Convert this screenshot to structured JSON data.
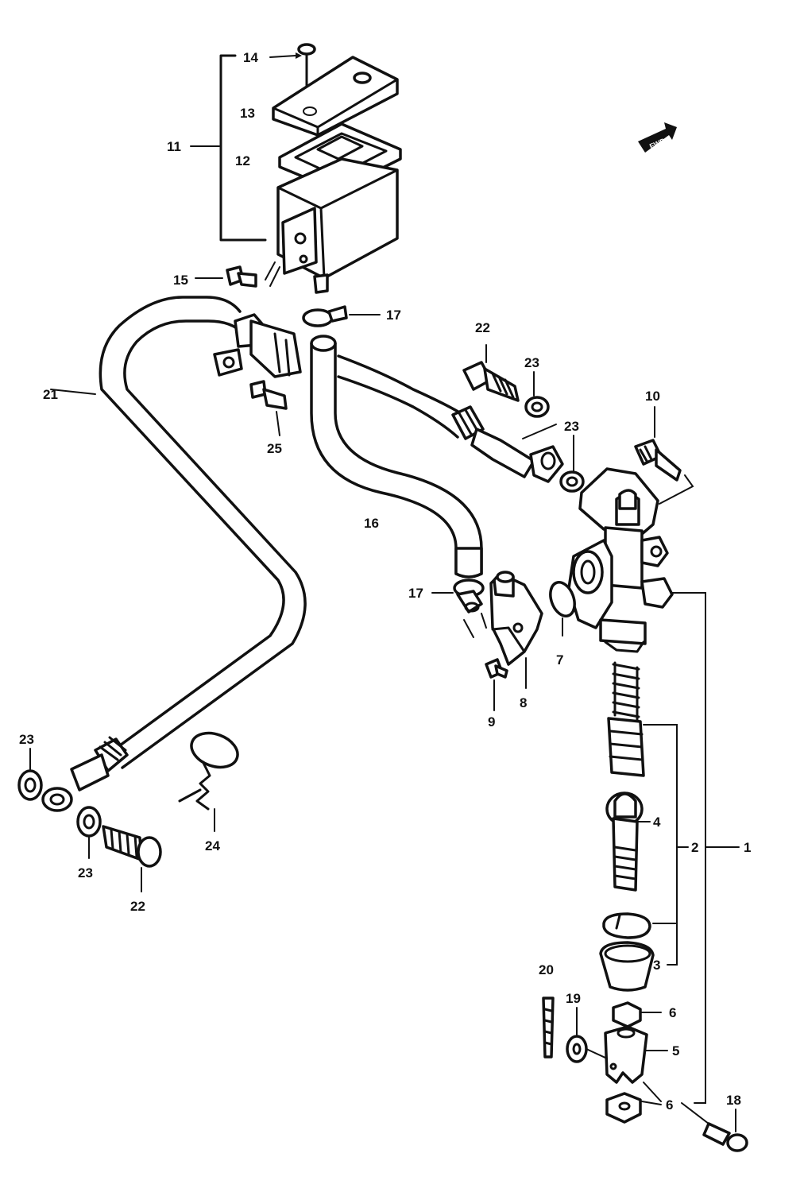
{
  "diagram": {
    "front_arrow_label": "FWD",
    "callouts": {
      "c1": "1",
      "c2": "2",
      "c3": "3",
      "c4": "4",
      "c5": "5",
      "c6a": "6",
      "c6b": "6",
      "c7": "7",
      "c8": "8",
      "c9": "9",
      "c10": "10",
      "c11": "11",
      "c12": "12",
      "c13": "13",
      "c14": "14",
      "c15": "15",
      "c16": "16",
      "c17a": "17",
      "c17b": "17",
      "c18": "18",
      "c19": "19",
      "c20": "20",
      "c21": "21",
      "c22a": "22",
      "c22b": "22",
      "c23a": "23",
      "c23b": "23",
      "c23c": "23",
      "c23d": "23",
      "c24": "24",
      "c25": "25"
    }
  }
}
